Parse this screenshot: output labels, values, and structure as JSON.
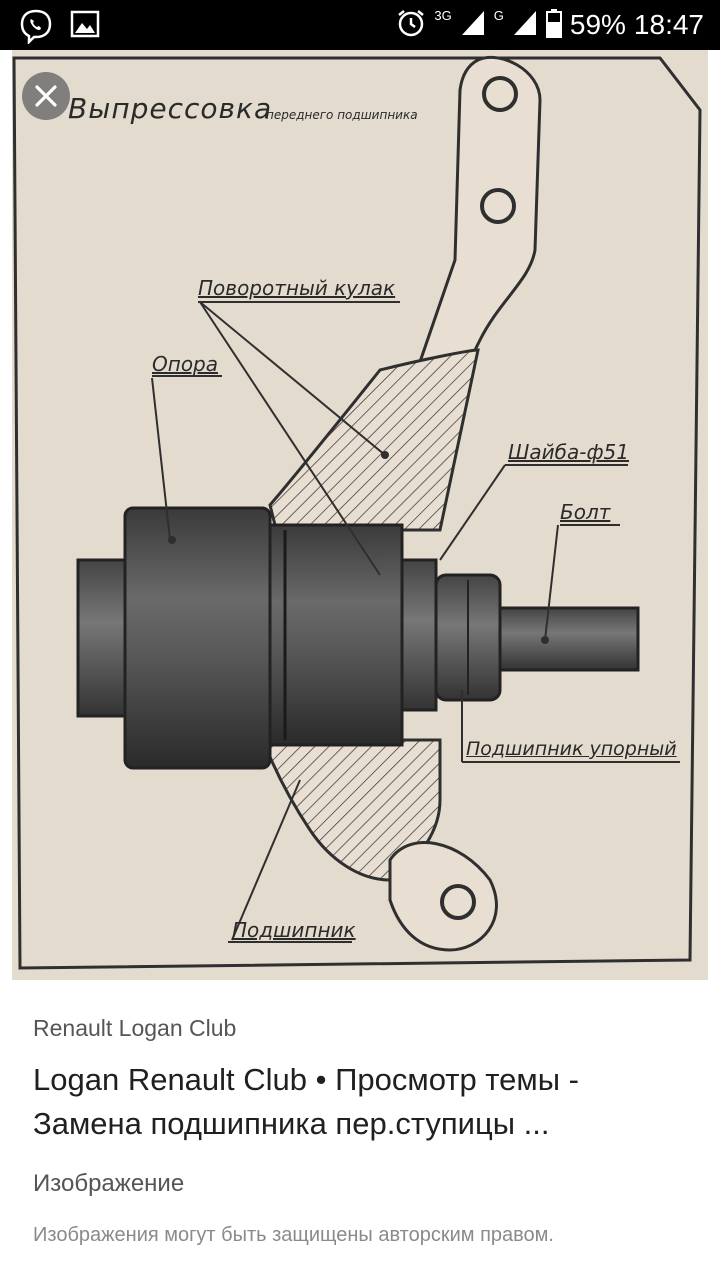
{
  "status_bar": {
    "network_3g": "3G",
    "network_g": "G",
    "battery": "59%",
    "time": "18:47",
    "icons": [
      "viber-icon",
      "image-icon",
      "alarm-icon",
      "signal-icon",
      "battery-icon"
    ]
  },
  "diagram": {
    "title": "Выпрессовка",
    "subtitle": "переднего подшипника",
    "labels": {
      "knuckle": "Поворотный кулак",
      "support": "Опора",
      "washer": "Шайба-ф51",
      "bolt": "Болт",
      "thrust_bearing": "Подшипник упорный",
      "bearing": "Подшипник"
    }
  },
  "result": {
    "source": "Renault Logan Club",
    "title": "Logan Renault Club • Просмотр темы - Замена подшипника пер.ступицы ...",
    "type": "Изображение",
    "copyright": "Изображения могут быть защищены авторским правом."
  },
  "colors": {
    "paper": "#e6ddd2",
    "ink": "#2a2a2a",
    "statusbar": "#000000"
  }
}
